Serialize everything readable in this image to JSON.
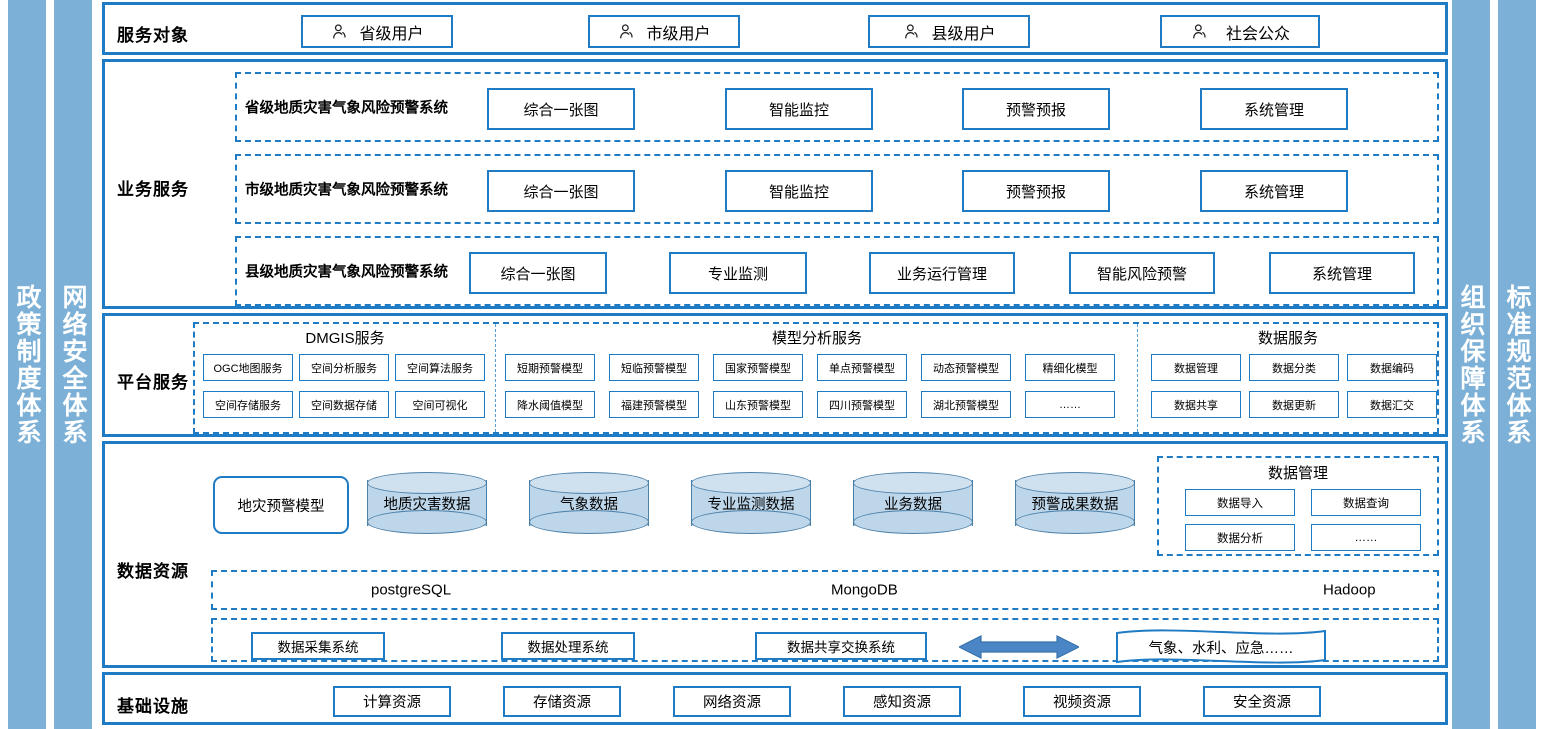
{
  "side_bands": [
    {
      "id": "policy",
      "label": "政策制度体系"
    },
    {
      "id": "netsec",
      "label": "网络安全体系"
    },
    {
      "id": "org",
      "label": "组织保障体系"
    },
    {
      "id": "std",
      "label": "标准规范体系"
    }
  ],
  "colors": {
    "band": "#7cb0d6",
    "border": "#1f7cc4",
    "cylinder_fill": "#bdd6ea",
    "cylinder_stroke": "#4a7fa8",
    "arrow": "#4a86c5"
  },
  "audience": {
    "label": "服务对象",
    "icon": "person-icon",
    "items": [
      {
        "label": "省级用户"
      },
      {
        "label": "市级用户"
      },
      {
        "label": "县级用户"
      },
      {
        "label": "社会公众"
      }
    ]
  },
  "business": {
    "label": "业务服务",
    "rows": [
      {
        "title": "省级地质灾害气象风险预警系统",
        "items": [
          "综合一张图",
          "智能监控",
          "预警预报",
          "系统管理"
        ]
      },
      {
        "title": "市级地质灾害气象风险预警系统",
        "items": [
          "综合一张图",
          "智能监控",
          "预警预报",
          "系统管理"
        ]
      },
      {
        "title": "县级地质灾害气象风险预警系统",
        "items": [
          "综合一张图",
          "专业监测",
          "业务运行管理",
          "智能风险预警",
          "系统管理"
        ]
      }
    ]
  },
  "platform": {
    "label": "平台服务",
    "groups": [
      {
        "title": "DMGIS服务",
        "row1": [
          "OGC地图服务",
          "空间分析服务",
          "空间算法服务"
        ],
        "row2": [
          "空间存储服务",
          "空间数据存储",
          "空间可视化"
        ]
      },
      {
        "title": "模型分析服务",
        "row1": [
          "短期预警模型",
          "短临预警模型",
          "国家预警模型",
          "单点预警模型",
          "动态预警模型",
          "精细化模型"
        ],
        "row2": [
          "降水阈值模型",
          "福建预警模型",
          "山东预警模型",
          "四川预警模型",
          "湖北预警模型",
          "……"
        ]
      },
      {
        "title": "数据服务",
        "row1": [
          "数据管理",
          "数据分类",
          "数据编码"
        ],
        "row2": [
          "数据共享",
          "数据更新",
          "数据汇交"
        ]
      }
    ]
  },
  "data_resource": {
    "label": "数据资源",
    "model_box": "地灾预警模型",
    "cylinders": [
      "地质灾害数据",
      "气象数据",
      "专业监测数据",
      "业务数据",
      "预警成果数据"
    ],
    "data_management": {
      "title": "数据管理",
      "items": [
        "数据导入",
        "数据查询",
        "数据分析",
        "……"
      ]
    },
    "databases": [
      "postgreSQL",
      "MongoDB",
      "Hadoop"
    ],
    "pipeline": [
      "数据采集系统",
      "数据处理系统",
      "数据共享交换系统"
    ],
    "exchange_icon": "double-arrow-icon",
    "external": "气象、水利、应急……"
  },
  "infrastructure": {
    "label": "基础设施",
    "items": [
      "计算资源",
      "存储资源",
      "网络资源",
      "感知资源",
      "视频资源",
      "安全资源"
    ]
  }
}
